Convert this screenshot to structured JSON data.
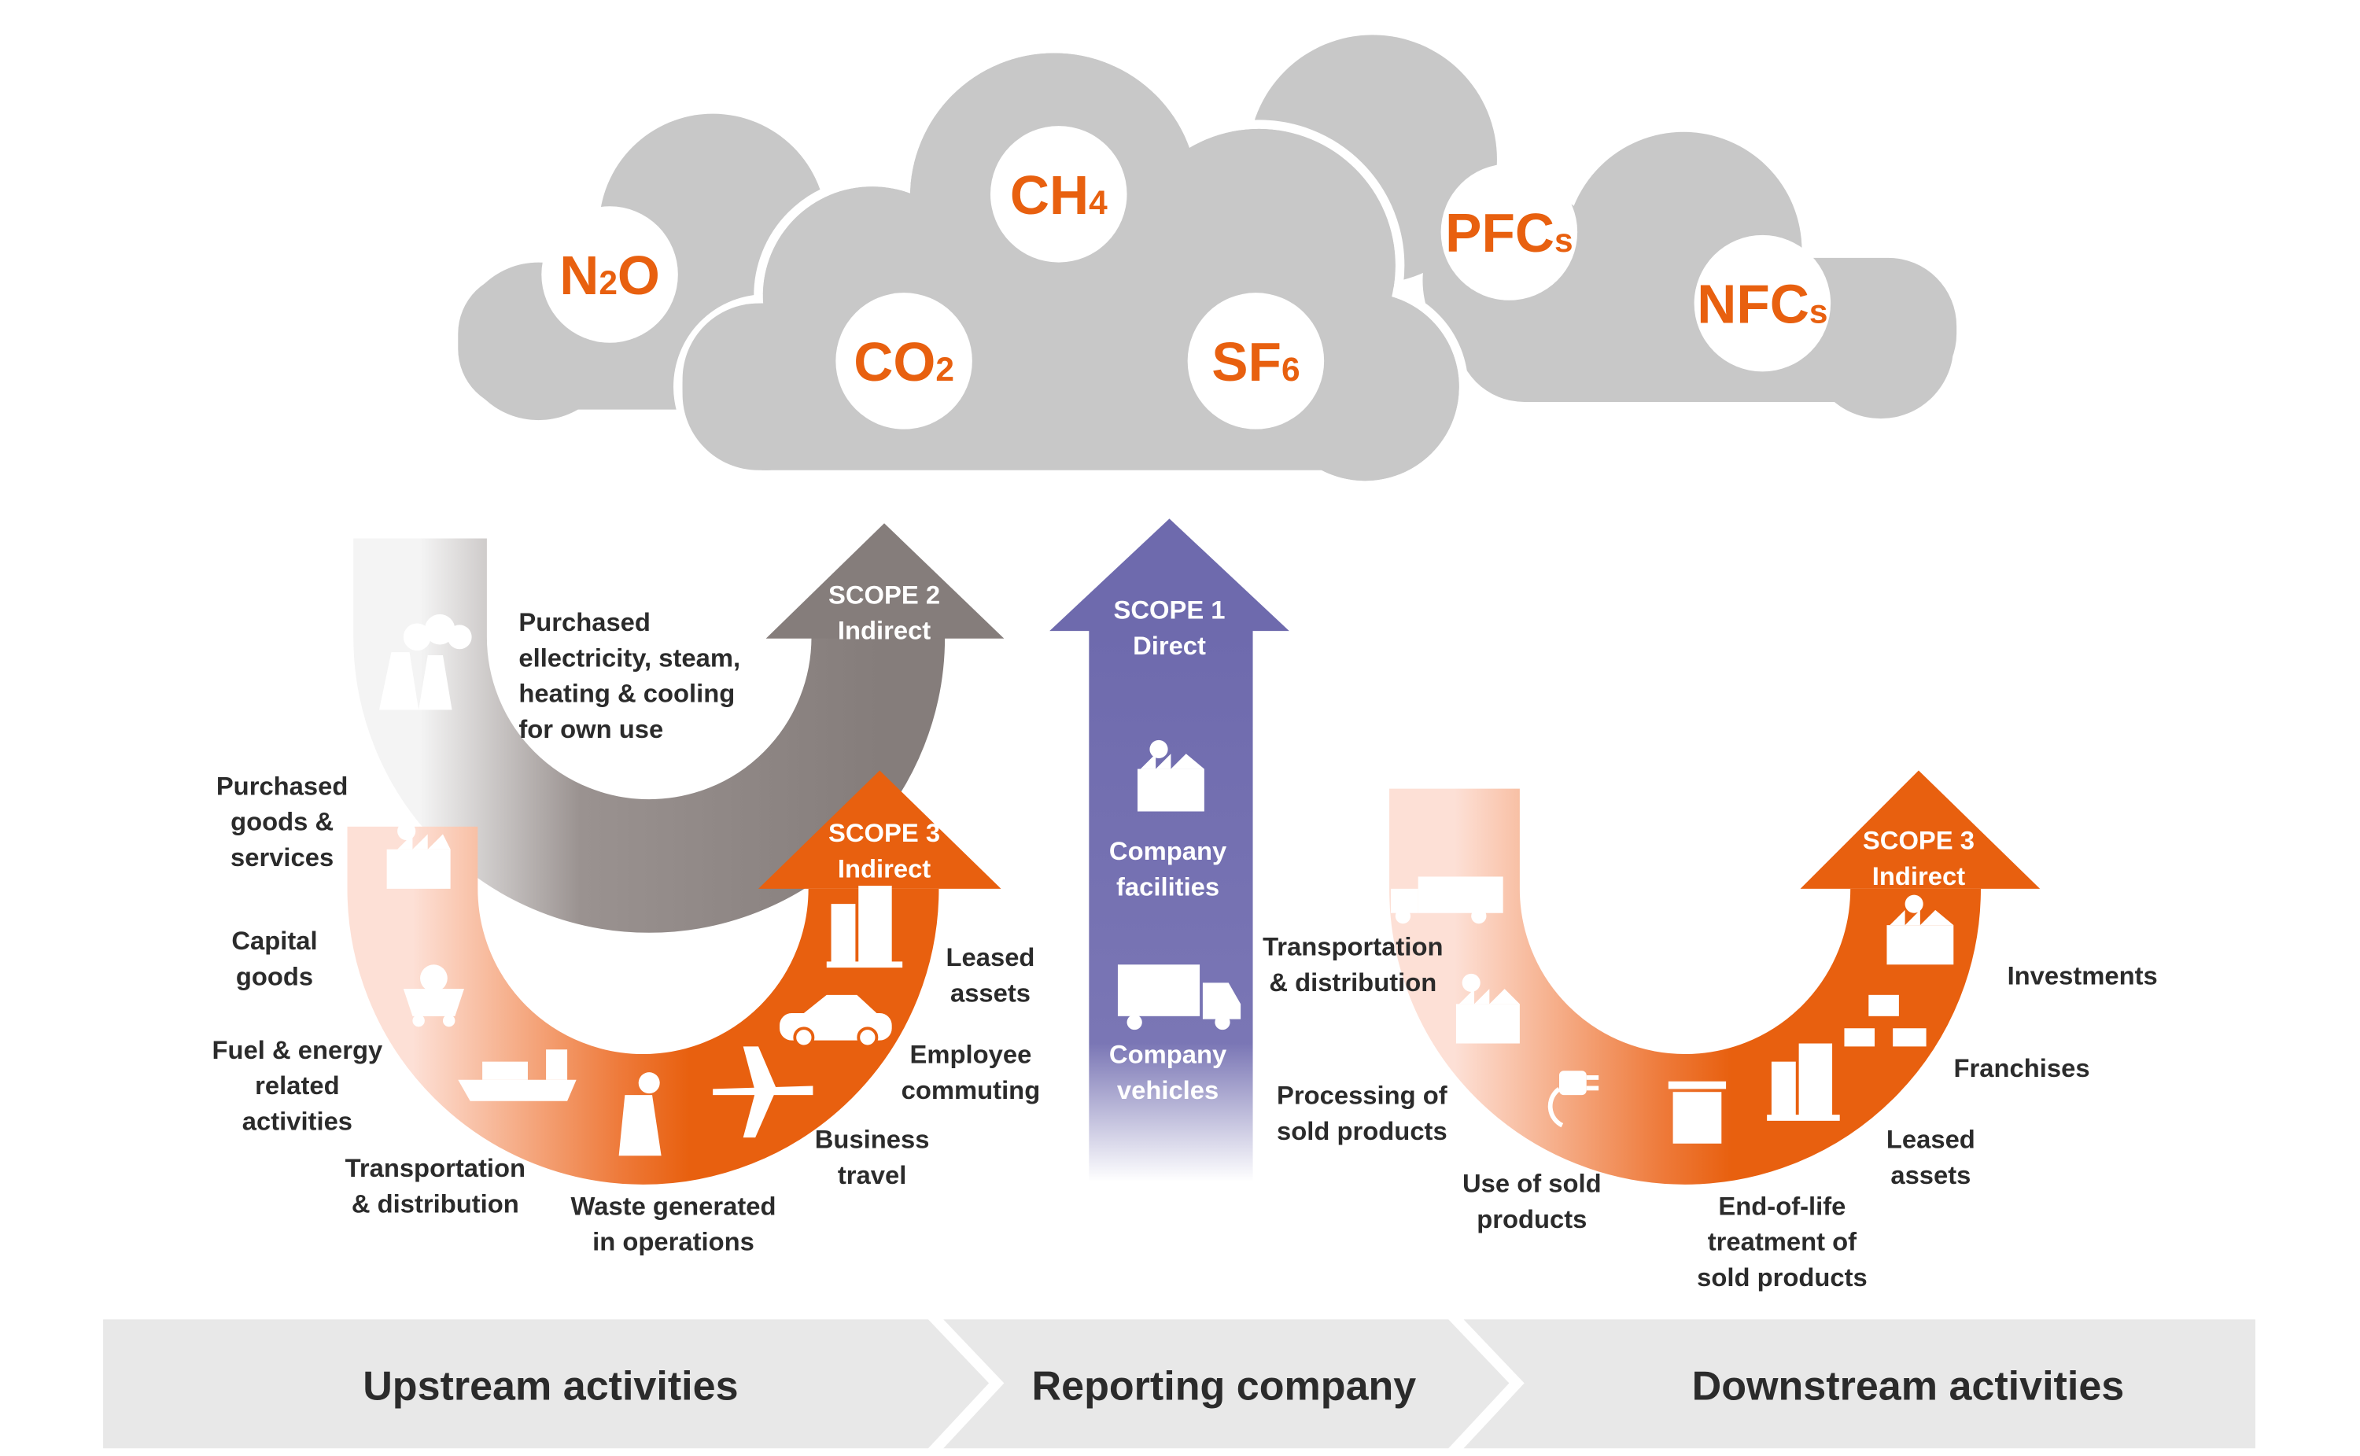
{
  "colors": {
    "orange": "#e8600f",
    "purple": "#6e6aad",
    "gray_arrow": "#8a8280",
    "cloud": "#c8c8c8",
    "banner": "#e8e8e8",
    "text": "#2b2b2b"
  },
  "gases": [
    {
      "pre": "N",
      "sub": "2",
      "post": "O"
    },
    {
      "pre": "CH",
      "sub": "4",
      "post": ""
    },
    {
      "pre": "CO",
      "sub": "2",
      "post": ""
    },
    {
      "pre": "SF",
      "sub": "6",
      "post": ""
    },
    {
      "pre": "PFC",
      "sub": "s",
      "post": ""
    },
    {
      "pre": "NFC",
      "sub": "s",
      "post": ""
    }
  ],
  "scope2": {
    "title": [
      "SCOPE 2",
      "Indirect"
    ],
    "label": [
      "Purchased",
      "ellectricity, steam,",
      "heating & cooling",
      "for own use"
    ],
    "icon": "power-plant-icon"
  },
  "scope1": {
    "title": [
      "SCOPE 1",
      "Direct"
    ],
    "items": [
      {
        "label": [
          "Company",
          "facilities"
        ],
        "icon": "factory-icon"
      },
      {
        "label": [
          "Company",
          "vehicles"
        ],
        "icon": "truck-icon"
      }
    ]
  },
  "scope3_upstream": {
    "title": [
      "SCOPE 3",
      "Indirect"
    ],
    "items": [
      {
        "label": [
          "Purchased",
          "goods &",
          "services"
        ],
        "icon": "factory-icon"
      },
      {
        "label": [
          "Capital",
          "goods"
        ],
        "icon": "mine-cart-icon"
      },
      {
        "label": [
          "Fuel & energy",
          "related",
          "activities"
        ],
        "icon": ""
      },
      {
        "label": [
          "Transportation",
          "& distribution"
        ],
        "icon": "cargo-ship-icon"
      },
      {
        "label": [
          "Waste generated",
          "in operations"
        ],
        "icon": "nuclear-plant-icon"
      },
      {
        "label": [
          "Business",
          "travel"
        ],
        "icon": "airplane-icon"
      },
      {
        "label": [
          "Employee",
          "commuting"
        ],
        "icon": "car-icon"
      },
      {
        "label": [
          "Leased",
          "assets"
        ],
        "icon": "buildings-icon"
      }
    ]
  },
  "scope3_downstream": {
    "title": [
      "SCOPE 3",
      "Indirect"
    ],
    "items": [
      {
        "label": [
          "Transportation",
          "& distribution"
        ],
        "icon": "truck-icon"
      },
      {
        "label": [
          "Processing of",
          "sold products"
        ],
        "icon": "factory-icon"
      },
      {
        "label": [
          "Use of sold",
          "products"
        ],
        "icon": "plug-icon"
      },
      {
        "label": [
          "End-of-life",
          "treatment of",
          "sold products"
        ],
        "icon": "trash-can-icon"
      },
      {
        "label": [
          "Leased",
          "assets"
        ],
        "icon": "buildings-icon"
      },
      {
        "label": [
          "Franchises"
        ],
        "icon": "shops-icon"
      },
      {
        "label": [
          "Investments"
        ],
        "icon": "factory-icon"
      }
    ]
  },
  "banner": [
    "Upstream activities",
    "Reporting company",
    "Downstream activities"
  ]
}
